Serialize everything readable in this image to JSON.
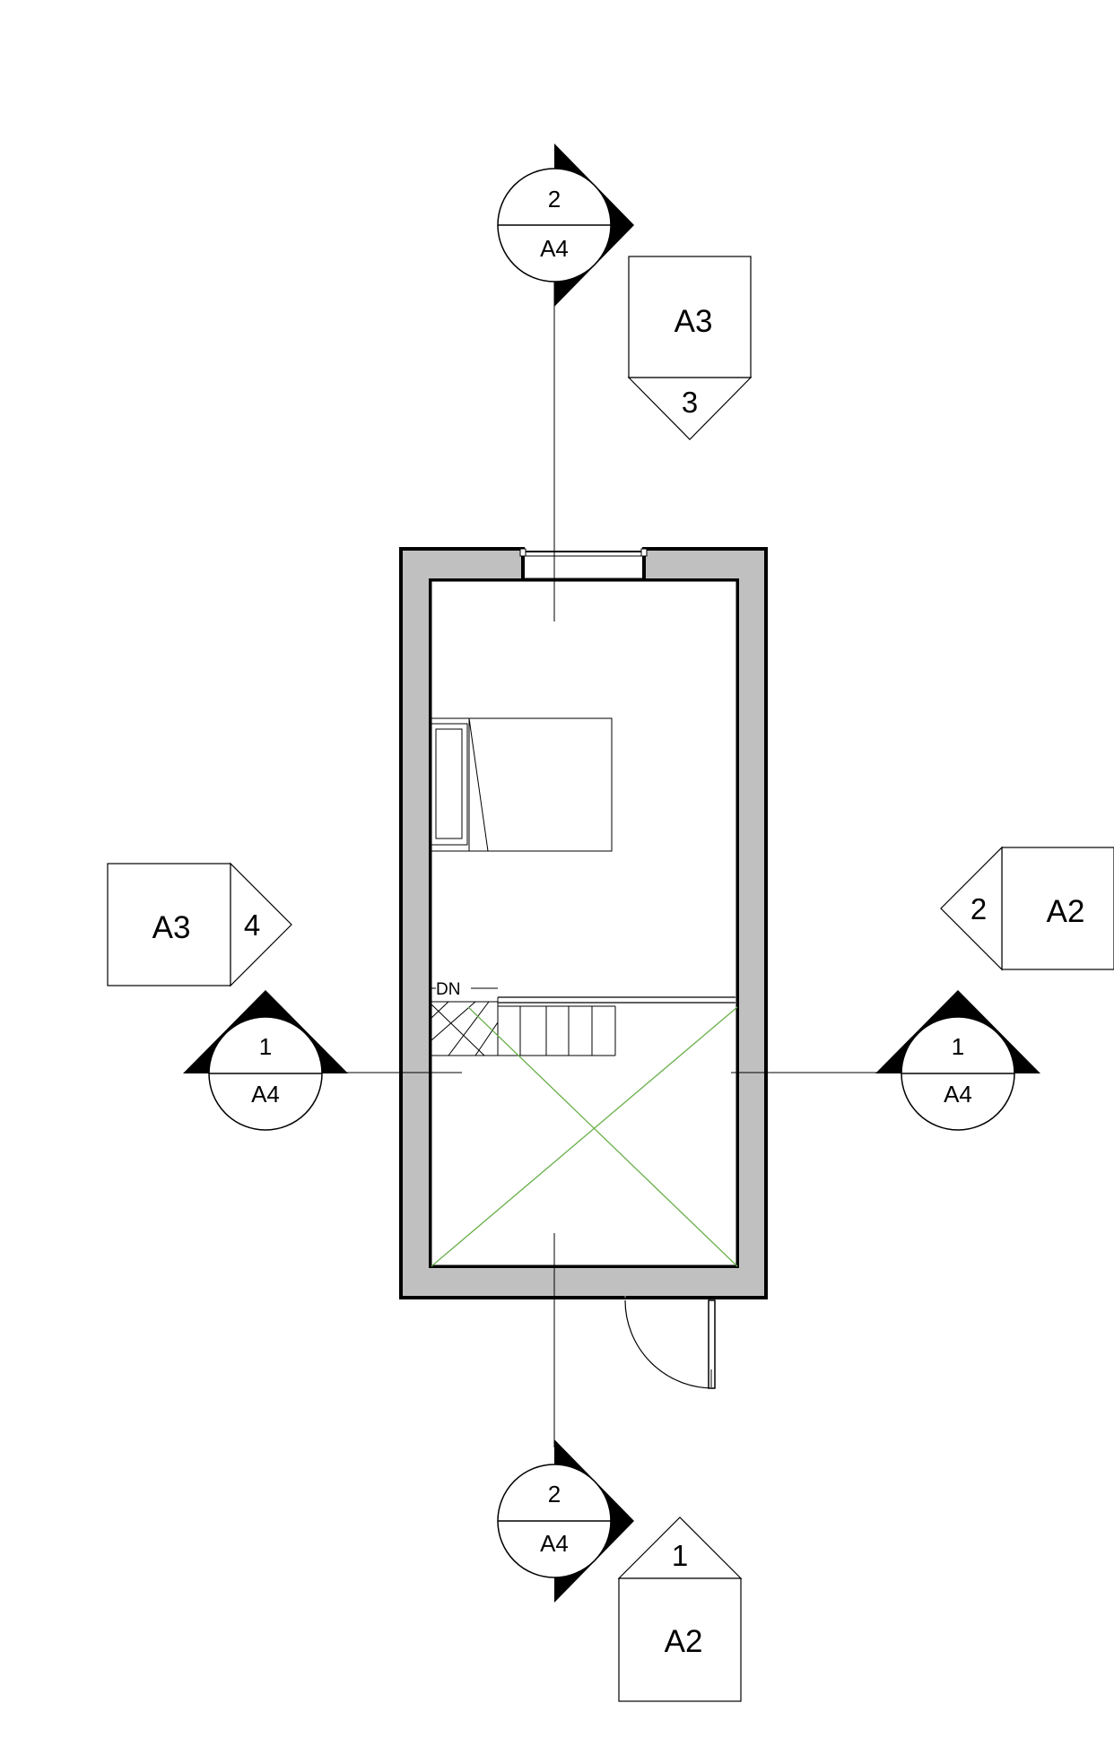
{
  "section_markers": {
    "top": {
      "number": "2",
      "sheet": "A4"
    },
    "bottom": {
      "number": "2",
      "sheet": "A4"
    },
    "left": {
      "number": "1",
      "sheet": "A4"
    },
    "right": {
      "number": "1",
      "sheet": "A4"
    }
  },
  "elevation_markers": {
    "top": {
      "sheet": "A3",
      "number": "3"
    },
    "left": {
      "sheet": "A3",
      "number": "4"
    },
    "right": {
      "sheet": "A2",
      "number": "2"
    },
    "bottom": {
      "sheet": "A2",
      "number": "1"
    }
  },
  "plan": {
    "stair_label": "DN",
    "wall_fill": "#c0c0c0",
    "opening_line_color": "#6ab04c"
  }
}
